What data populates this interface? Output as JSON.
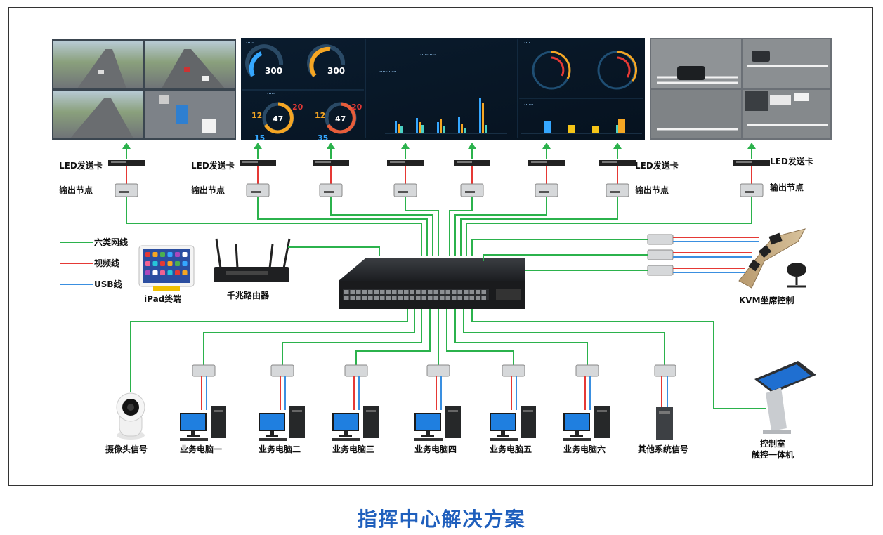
{
  "title": "指挥中心解决方案",
  "legend": {
    "cat6": "六类网线",
    "video": "视频线",
    "usb": "USB线"
  },
  "colors": {
    "cat6": "#2bb24c",
    "video": "#e53935",
    "usb": "#3a8fe0",
    "title": "#1f5fbd"
  },
  "labels": {
    "led_card": "LED发送卡",
    "output_node": "输出节点",
    "ipad": "iPad终端",
    "router": "千兆路由器",
    "kvm": "KVM坐席控制",
    "camera": "摄像头信号",
    "other_signal": "其他系统信号",
    "touch_line1": "控制室",
    "touch_line2": "触控一体机"
  },
  "computers": [
    "业务电脑一",
    "业务电脑二",
    "业务电脑三",
    "业务电脑四",
    "业务电脑五",
    "业务电脑六"
  ],
  "dashboard": {
    "gauge1": "300",
    "gauge2": "300",
    "ring1_left": "12",
    "ring1_right": "20",
    "ring1_center": "47",
    "ring1_bottom": "15",
    "ring2_left": "12",
    "ring2_right": "20",
    "ring2_center": "47",
    "ring2_bottom": "35"
  }
}
